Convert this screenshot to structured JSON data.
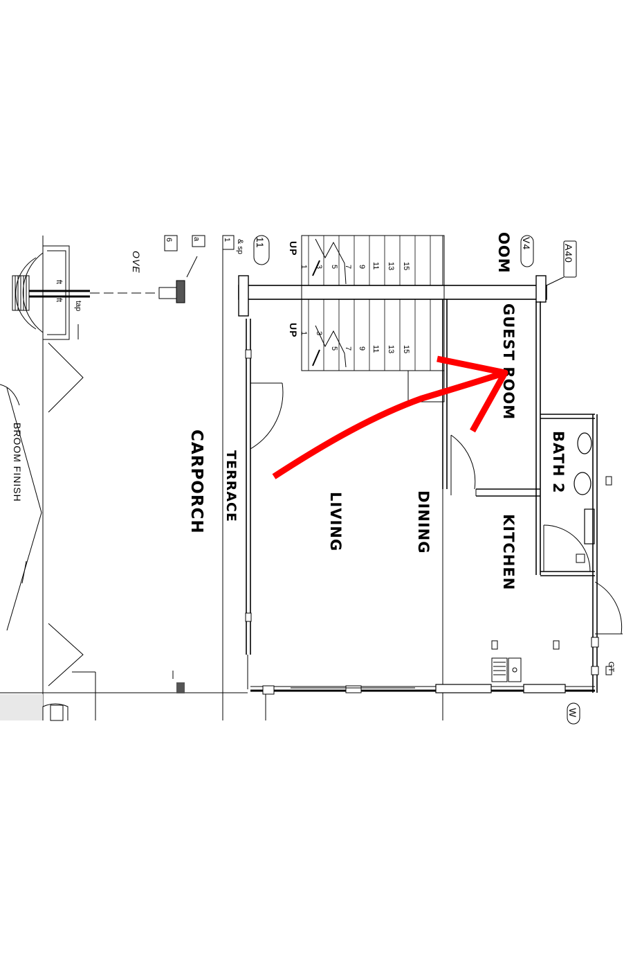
{
  "rooms": {
    "guest_room": "GUEST ROOM",
    "guest_room_top": "OOM",
    "bath2": "BATH 2",
    "kitchen": "KITCHEN",
    "dining": "DINING",
    "living": "LIVING",
    "terrace": "TERRACE",
    "carporch": "CARPORCH",
    "broom_finish": "BROOM FINISH",
    "ove": "OVE"
  },
  "stair": {
    "up_upper": "UP",
    "up_lower": "UP",
    "upper_numbers": [
      "1",
      "3",
      "5",
      "7",
      "9",
      "11",
      "13",
      "15"
    ],
    "lower_numbers": [
      "1",
      "3",
      "5",
      "7",
      "9",
      "11",
      "13",
      "15"
    ]
  },
  "tags": {
    "a40": "A40",
    "v4": "V4",
    "gt": "GT",
    "w": "W",
    "tap": "tap",
    "ft1": "ft",
    "ft2": "ft",
    "eleven": "11",
    "amp_sp": "& sp",
    "one": "1",
    "six": "6",
    "a": "a"
  },
  "colors": {
    "annotation": "#ff0000",
    "lines": "#000000",
    "background": "#ffffff"
  }
}
